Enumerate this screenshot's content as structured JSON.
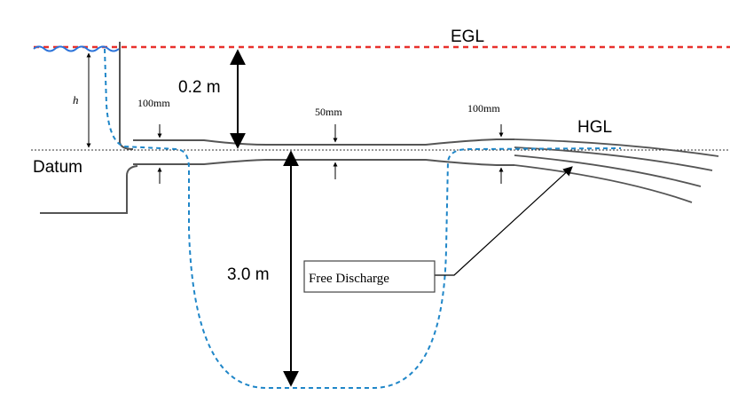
{
  "labels": {
    "egl": "EGL",
    "hgl": "HGL",
    "datum": "Datum",
    "h": "h",
    "head_top": "0.2 m",
    "head_bottom": "3.0 m",
    "diam_inlet": "100mm",
    "diam_throat": "50mm",
    "diam_outlet": "100mm",
    "free_discharge": "Free Discharge"
  },
  "colors": {
    "egl_line": "#e8312c",
    "hgl_line": "#1f86c8",
    "water_surface": "#2b73d9",
    "pipe": "#555555",
    "annotation": "#000000"
  }
}
